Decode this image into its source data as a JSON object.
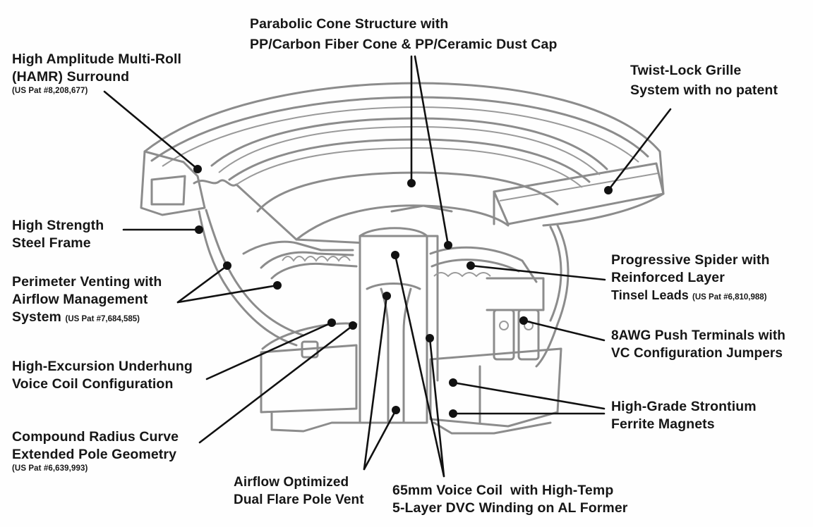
{
  "diagram": {
    "subject": "Subwoofer cutaway",
    "colors": {
      "line_art": "#8c8c8c",
      "leader": "#111111",
      "text": "#161616",
      "background": "#fefefe"
    },
    "labels": {
      "hamr": {
        "lines": [
          "High Amplitude Multi-Roll",
          "(HAMR) Surround"
        ],
        "patent": "(US Pat #8,208,677)"
      },
      "cone": {
        "lines": [
          "Parabolic Cone Structure with",
          "PP/Carbon Fiber Cone & PP/Ceramic Dust Cap"
        ]
      },
      "grille": {
        "lines": [
          "Twist-Lock Grille",
          "System with no patent"
        ]
      },
      "frame": {
        "lines": [
          "High Strength",
          "Steel Frame"
        ]
      },
      "venting": {
        "lines": [
          "Perimeter Venting with",
          "Airflow Management",
          "System"
        ],
        "patent": "(US Pat #7,684,585)"
      },
      "spider": {
        "lines": [
          "Progressive Spider with",
          "Reinforced Layer",
          "Tinsel Leads"
        ],
        "patent": "(US Pat #6,810,988)"
      },
      "terminals": {
        "lines": [
          "8AWG Push Terminals with",
          "VC Configuration Jumpers"
        ]
      },
      "underhung": {
        "lines": [
          "High-Excursion Underhung",
          "Voice Coil Configuration"
        ]
      },
      "pole": {
        "lines": [
          "Compound Radius Curve",
          "Extended Pole Geometry"
        ],
        "patent": "(US Pat #6,639,993)"
      },
      "magnets": {
        "lines": [
          "High-Grade Strontium",
          "Ferrite Magnets"
        ]
      },
      "pole_vent": {
        "lines": [
          "Airflow Optimized",
          "Dual Flare Pole Vent"
        ]
      },
      "voice_coil": {
        "lines": [
          "65mm Voice Coil  with High-Temp",
          "5-Layer DVC Winding on AL Former"
        ]
      }
    }
  }
}
